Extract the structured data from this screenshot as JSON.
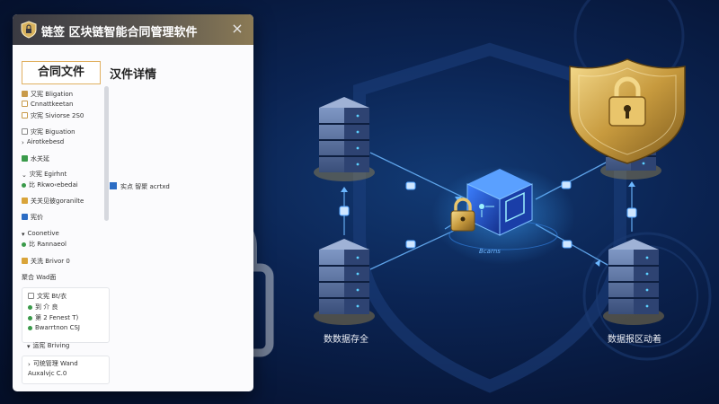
{
  "window": {
    "title": "链签 区块链智能合同管理软件",
    "close_glyph": "×"
  },
  "tabs": {
    "active": "合同文件",
    "inactive": "汉件详情"
  },
  "tree": {
    "group1": [
      "又宪 Bligation",
      "Cnnattkeetan",
      "灾宪 Siviorse 2S0"
    ],
    "group2": [
      "灾宪 Biguation",
      "Airotkebesd"
    ],
    "item_a": "水关延",
    "group3": [
      "灾宪 Egirhnt",
      "比 Rkwo‹ebedai"
    ],
    "item_b": "关关见彼goranilte",
    "item_c": "宪价",
    "group4": [
      "Coonetive",
      "比 Rannaeol"
    ],
    "item_d": "关洗 Brivor 0",
    "section_title": "聚合 Wad面",
    "section_rows": [
      "文宪 Bt/衣",
      "到 介 良",
      "第 2 Fenest T)",
      "Bwarrtnon CSJ"
    ],
    "item_e": "运宪 Briving",
    "group5": [
      "可统管理 Wand",
      "Auxalvjc C.0"
    ]
  },
  "detail": {
    "row": "实点 智聚 acrtxd"
  },
  "diagram": {
    "center_label": "Bcarns",
    "caption_left": "数数据存全",
    "caption_right": "数据报区动着"
  }
}
